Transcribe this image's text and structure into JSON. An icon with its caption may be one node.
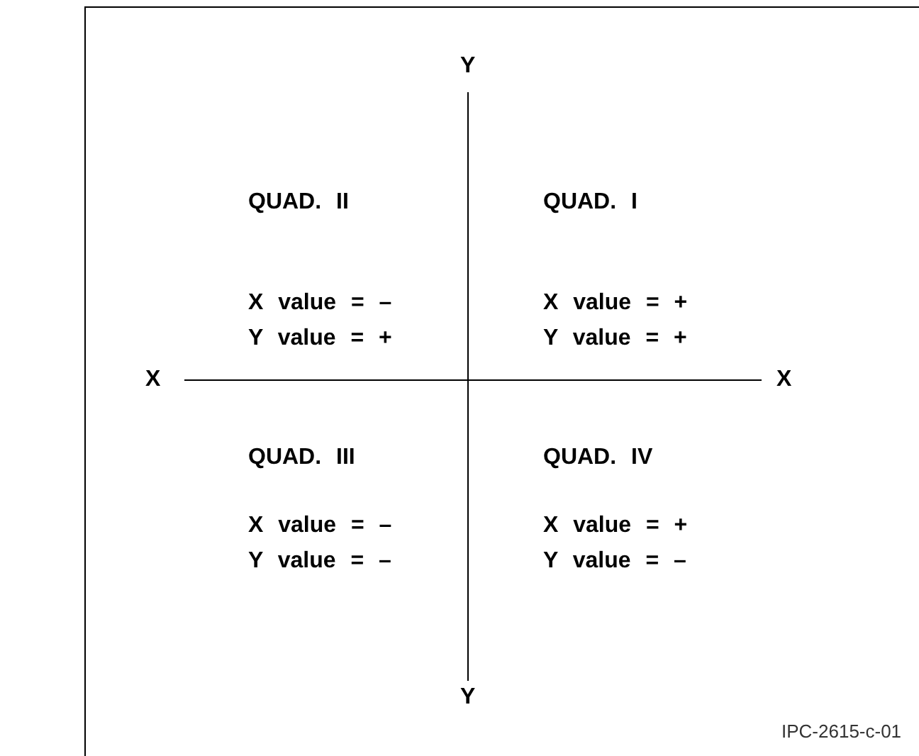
{
  "diagram": {
    "labels": [
      "Y",
      "QUAD. II",
      "QUAD. I",
      "X value = –",
      "X value = +",
      "Y value = +",
      "Y value = +",
      "X",
      "X",
      "QUAD. III",
      "QUAD. IV",
      "X value = –",
      "X value = +",
      "Y value = –",
      "Y value = –",
      "Y",
      "IPC-2615-c-01"
    ]
  }
}
